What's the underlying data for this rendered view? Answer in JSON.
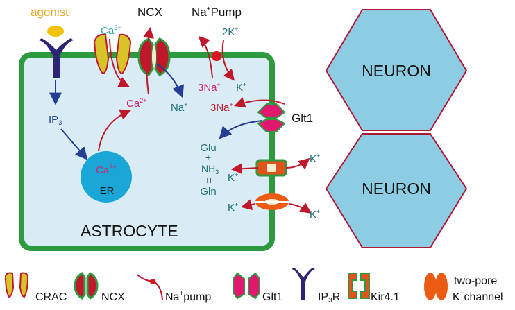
{
  "colors": {
    "cell_fill": "#d9ecf6",
    "cell_border": "#2e9a3f",
    "neuron_fill": "#8ccde3",
    "neuron_border": "#b0183a",
    "ion_teal": "#1f6f7a",
    "ion_pink": "#d6246e",
    "arrow_red": "#c0182a",
    "arrow_blue": "#233e94",
    "agonist": "#e8a319",
    "receptor": "#2d2475",
    "er": "#1aa7d8",
    "crac": "#d8c428",
    "glt1": "#e0196f",
    "kir": "#e2521c",
    "twopore": "#ec5b14"
  },
  "labels": {
    "agonist": "agonist",
    "ncx": "NCX",
    "na_pump_na": "Na",
    "na_pump_plus": "+",
    "na_pump_rest": "Pump",
    "ca_top_base": "Ca",
    "ca_top_sup": "2+",
    "two_k_base": "2K",
    "two_k_sup": "+",
    "ip3_base": "IP",
    "ip3_sub": "3",
    "ca_mid_base": "Ca",
    "ca_mid_sup": "2+",
    "na_in_base": "Na",
    "na_in_sup": "+",
    "three_na_pump_base": "3Na",
    "three_na_pump_sup": "+",
    "k_pump_base": "K",
    "k_pump_sup": "+",
    "three_na_glt_base": "3Na",
    "three_na_glt_sup": "+",
    "glt1": "Glt1",
    "glu": "Glu",
    "plus": "+",
    "nh3_base": "NH",
    "nh3_sub": "3",
    "equals": "=",
    "gln": "Gln",
    "ca_er_base": "Ca",
    "ca_er_sup": "2+",
    "er": "ER",
    "astrocyte": "ASTROCYTE",
    "neuron_top": "NEURON",
    "neuron_bottom": "NEURON",
    "k_kir_in_base": "K",
    "k_kir_in_sup": "+",
    "k_kir_out_base": "K",
    "k_kir_out_sup": "+",
    "k_tp_in_base": "K",
    "k_tp_in_sup": "+",
    "k_tp_out_base": "K",
    "k_tp_out_sup": "+"
  },
  "legend": {
    "crac": "CRAC",
    "ncx": "NCX",
    "na_pump_base": "Na",
    "na_pump_sup": "+",
    "na_pump_rest": "pump",
    "glt1": "Glt1",
    "ip3r_base": "IP",
    "ip3r_sub": "3",
    "ip3r_rest": "R",
    "kir": "Kir4.1",
    "twopore_line1": "two-pore",
    "twopore_k_base": "K",
    "twopore_k_sup": "+",
    "twopore_rest": "channel"
  }
}
